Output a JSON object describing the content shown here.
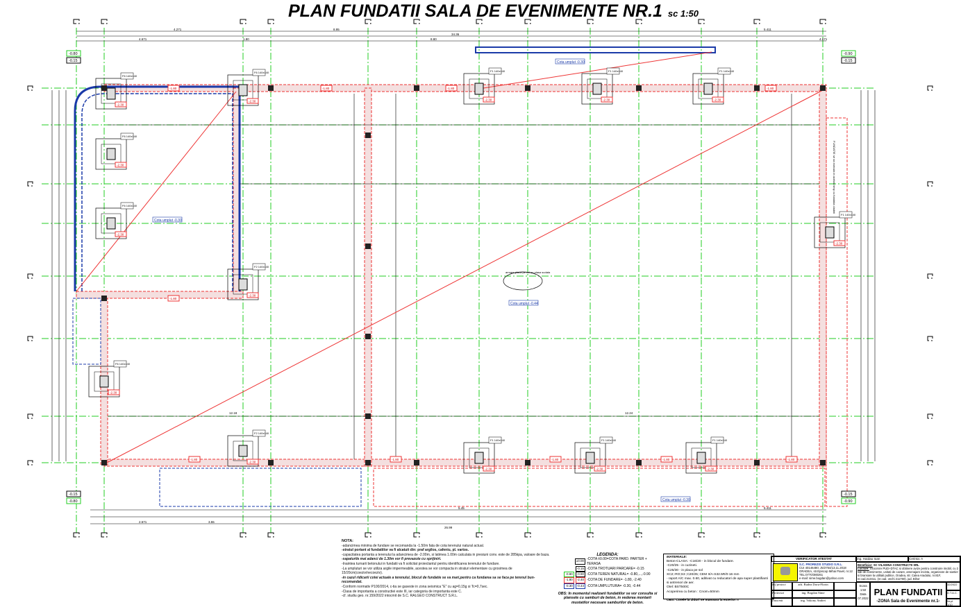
{
  "title": {
    "main": "PLAN FUNDATII SALA DE EVENIMENTE NR.1",
    "scale": "sc 1:50"
  },
  "plan": {
    "elevations": {
      "green_top_left": "-0.80",
      "black_top_left": "-0.15",
      "green_top_right": "-0.90",
      "black_top_right": "-0.15",
      "black_bottom_left": "-0.15",
      "green_bottom_left": "-0.80",
      "black_bottom_right": "-0.15",
      "green_bottom_right": "-0.90"
    },
    "fill_labels": [
      "Cota umplut -0.30",
      "Cota umplut -0.30",
      "Cota umplut -0.44",
      "Cota umplut -0.30"
    ],
    "slab_note": "armare placa pe sol cu plasa sudata",
    "footing_labels": [
      "F6",
      "F6",
      "F6",
      "F6",
      "F6",
      "F2",
      "F2",
      "F1",
      "F1",
      "F1",
      "F1",
      "F1",
      "F1",
      "F1"
    ],
    "footing_size": "140x140",
    "base_level": "-2.30",
    "beam_level": "-1.80",
    "dim_top": [
      "4.271",
      "8.95",
      "4.671",
      "1.80",
      "8.80",
      "34.36",
      "5.411",
      "4.671"
    ],
    "dim_bottom": [
      "2.571",
      "3.55",
      "5.45",
      "26.99",
      "5.411",
      "12.18",
      "12.24"
    ],
    "foundation_note": "FUNDATIE se va executa in acelasi timp cu fundatia cladirii"
  },
  "notes": {
    "heading": "NOTA:",
    "lines": [
      "-adancimea minima de fundare se recomanda la -1.50m fata de cota terenului natural actual.",
      "-stratul portant al fundatiilor va fi alcatuit din: praf argilos, cafeniu, pl. vartos.",
      "-capacitatea portanta a terenului la adancimea de -2.00m, si latimea 1.00m calculata in presiuni conv. este de 285kpa, valoare de baza.",
      "-sapaturile mai adanci de 1.30m vor fi prevazute cu sprijiniri.",
      "-Inaintea turnarii betonului in fundatii va fi solicitat proiectantul pentru identificarea terenului de fundare.",
      "-La umpluturi se vor utiliza argile impermeabile, acestea se vor compacta in straturi elementare cu grosimea de 15/20cm(coeziv/necoeziv).",
      "-in cazul ridicarii cotei actuale a terenului, blocul de fundatie se va mari,pentru ca fundarea sa se faca pe terenul bun-recomandat.",
      "-Conform normativ P100/2014, c-tia se gaseste in zona seismica \"E\" cu ag=0,15g si Tc=0,7sec.",
      "-Clasa de importanta a constructiei este III, iar categoria de importanta este C.",
      "-cf. studiu geo. nr.159/2022 intocmit de S.C. RALGEO CONSTRUCT S.R.L."
    ]
  },
  "legend": {
    "heading": "LEGENDA:",
    "items": [
      {
        "tags": [
          "±0.00"
        ],
        "text": "-COTA ±0.00=COTA PARD. PARTER + TERASA"
      },
      {
        "tags": [
          "-0.15"
        ],
        "text": "-COTA TROTUARI PARCARE= -0.15"
      },
      {
        "tags": [
          "-0.80",
          "-0.90"
        ],
        "text": "-COTA TEREN NATURAL= -0.80,...,-0.90"
      },
      {
        "tags": [
          "-1.80",
          "-2.40"
        ],
        "text": "-COTA DE FUNDARE= -1.80, -2.40"
      },
      {
        "tags": [
          "-0.30",
          "-0.44"
        ],
        "text": "-COTA UMPLUTURA= -0.30, -0.44"
      }
    ],
    "obs": "OBS: In momentul realizarii fundatiilor se vor consulta si plansele cu samburi de beton, in vederea montarii mustatilor necesare samburilor de beton."
  },
  "materials": {
    "heading": "MATERIALE:",
    "lines": [
      "Beton-CLASA: -C16/20 - in blocul de fundare.",
      "-C20/25 - in cuzineti.",
      "-C25/30 - in placa pe sol",
      "XC2;-RO;S3 ;C20/25; CEM II/A-S32.5R/0-16 mm",
      "- raport A/C max. 0.60, aditivat cu reducatori de apa super plastifianti si antrenori de aer.",
      "Otel: BST500C",
      "Acoperirea cu beton : Cnom=50mm"
    ],
    "obs": "OBS: Cotele la ziduri se masoara la exterior !!"
  },
  "title_block": {
    "verifier": "VERIFICATOR ATESTAT",
    "verifier_name": "ing. Haidau Ioan",
    "verifier_cert": "Cerinta: A",
    "firm": "S.C. PROREZIS STUDIO S.R.L.",
    "firm_info": "CUI 40146480; J5/2754/13.11.2018 ORADEA, str.Episcop Mihai Pavel, nr.12 TEL:0770/380261",
    "firm_email": "e-mail: sime.bogdan@yahoo.com",
    "beneficiary_label": "Beneficiar:",
    "beneficiary": "SC VILADINA CONSTRUCTII SRL",
    "work_label": "Lucrare:",
    "work": "Intocmire PUD+DTAC si obtinere avize pentru construire imobil, cu 2 sali de evenimente, unitati de cazare, amenajare incinta, organizare de santier si bransare la utilitati publice, Oradea, str. Calea Aradului, nr.81F, nr.cad.213411, (nr.cad. vechi 211760), jud. Bihor",
    "roles": [
      {
        "role": "Sef proiect",
        "name": "arh. Budea Doru-Florin"
      },
      {
        "role": "Proiectat",
        "name": "ing. Bogdan Sime"
      },
      {
        "role": "Intocmit",
        "name": "ing. Vokony Andrei"
      }
    ],
    "scale_label": "Scara",
    "scale": "1:50",
    "date_label": "Data",
    "date": "07.2022",
    "drawing_title": "PLAN FUNDATII",
    "drawing_subtitle": "-ZONA Sala de Evenimente nr.1-",
    "proj_no": "32/2022",
    "phase": "D.T.A.C.",
    "sheet_no": "Nr.pl. 1/10"
  }
}
